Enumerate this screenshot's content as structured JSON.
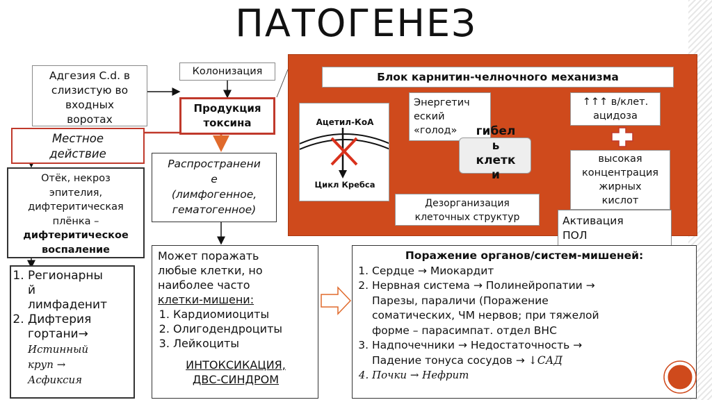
{
  "title": "ПАТОГЕНЕЗ",
  "adhesion": {
    "line1": "Адгезия C.d. в",
    "line2": "слизистую во",
    "line3": "входных",
    "line4": "воротах"
  },
  "colonization": "Колонизация",
  "toxin": {
    "line1": "Продукция",
    "line2": "токсина"
  },
  "local_action": {
    "line1": "Местное",
    "line2": "действие"
  },
  "local_effects": {
    "line1": "Отёк, некроз",
    "line2": "эпителия,",
    "line3": "дифтеритическая",
    "line4": "плёнка –",
    "line5": "дифтеритическое",
    "line6": "воспаление"
  },
  "local_outcomes": {
    "item1": [
      "Регионарны",
      "й",
      "лимфаденит"
    ],
    "item2": "Дифтерия",
    "item2_line2": "гортани→",
    "item2_italic": [
      "Истинный",
      "круп →",
      "Асфиксия"
    ]
  },
  "spread": {
    "line1": "Распространени",
    "line2": "е",
    "line3": "(лимфогенное,",
    "line4": "гематогенное)"
  },
  "targets": {
    "line1": "Может поражать",
    "line2": "любые клетки, но",
    "line3": "наиболее часто",
    "line4": "клетки-мишени:",
    "items": [
      "Кардиомиоциты",
      "Олигодендроциты",
      "Лейкоциты"
    ],
    "footer1": "ИНТОКСИКАЦИЯ,",
    "footer2": "ДВС-СИНДРОМ"
  },
  "block": {
    "title": "Блок карнитин-челночного механизма",
    "acetyl": "Ацетил-КоА",
    "krebs": "Цикл Кребса",
    "energy": {
      "line1": "Энергетич",
      "line2": "еский",
      "line3": "«голод»"
    },
    "acidosis": {
      "line1": "↑↑↑ в/клет.",
      "line2": "ацидоза"
    },
    "death": {
      "line1": "гибел",
      "line2": "ь",
      "line3": "клетк",
      "line4": "и"
    },
    "fatty": {
      "line1": "высокая",
      "line2": "концентрация",
      "line3": "жирных",
      "line4": "кислот"
    },
    "disorg": {
      "line1": "Дезорганизация",
      "line2": "клеточных структур"
    },
    "lpo": {
      "line1": "Активация",
      "line2": "ПОЛ"
    }
  },
  "organs": {
    "title": "Поражение органов/систем-мишеней:",
    "item1": "Сердце → Миокардит",
    "item2_a": "Нервная система → Полинейропатии →",
    "item2_b": "Парезы, параличи (Поражение",
    "item2_c": "соматических, ЧМ нервов; при тяжелой",
    "item2_d": "форме – парасимпат. отдел ВНС",
    "item3_a": "Надпочечники → Недостаточность →",
    "item3_b": "Падение тонуса сосудов →",
    "item3_c": "↓САД",
    "item4": "Почки → Нефрит"
  },
  "colors": {
    "panel": "#cf4a1c",
    "accent": "#c0392b"
  }
}
